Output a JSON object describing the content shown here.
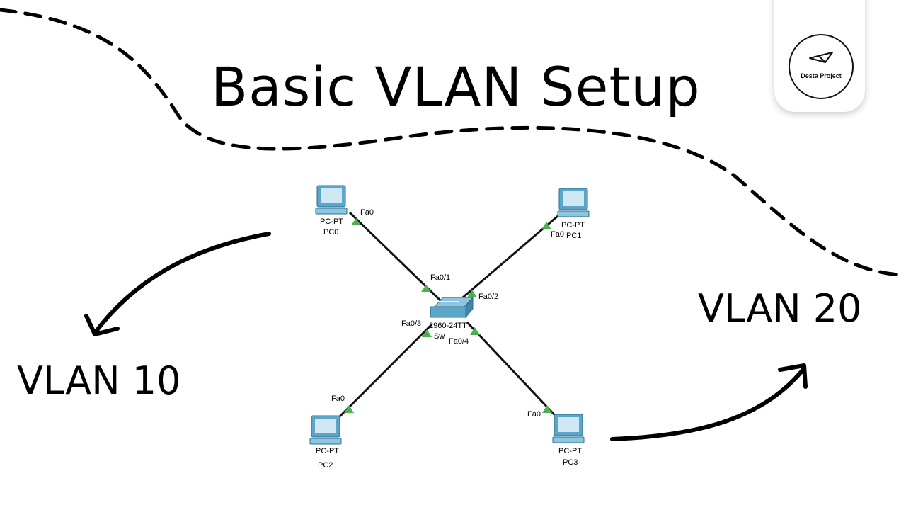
{
  "title": "Basic VLAN Setup",
  "logo": {
    "text": "Desta Project",
    "icon": "paper-plane-logo-icon"
  },
  "vlans": [
    {
      "id": "vlan-10",
      "label": "VLAN 10"
    },
    {
      "id": "vlan-20",
      "label": "VLAN 20"
    }
  ],
  "switch": {
    "model": "2960-24TT",
    "name": "Sw"
  },
  "pcs": [
    {
      "id": "pc0",
      "type": "PC-PT",
      "name": "PC0",
      "port": "Fa0",
      "switch_port": "Fa0/1"
    },
    {
      "id": "pc1",
      "type": "PC-PT",
      "name": "PC1",
      "port": "Fa0",
      "switch_port": "Fa0/2"
    },
    {
      "id": "pc2",
      "type": "PC-PT",
      "name": "PC2",
      "port": "Fa0",
      "switch_port": "Fa0/3"
    },
    {
      "id": "pc3",
      "type": "PC-PT",
      "name": "PC3",
      "port": "Fa0",
      "switch_port": "Fa0/4"
    }
  ],
  "colors": {
    "link": "#111111",
    "port_indicator": "#4caf50",
    "device": "#5aa5c8",
    "device_dark": "#2f6f8f"
  }
}
